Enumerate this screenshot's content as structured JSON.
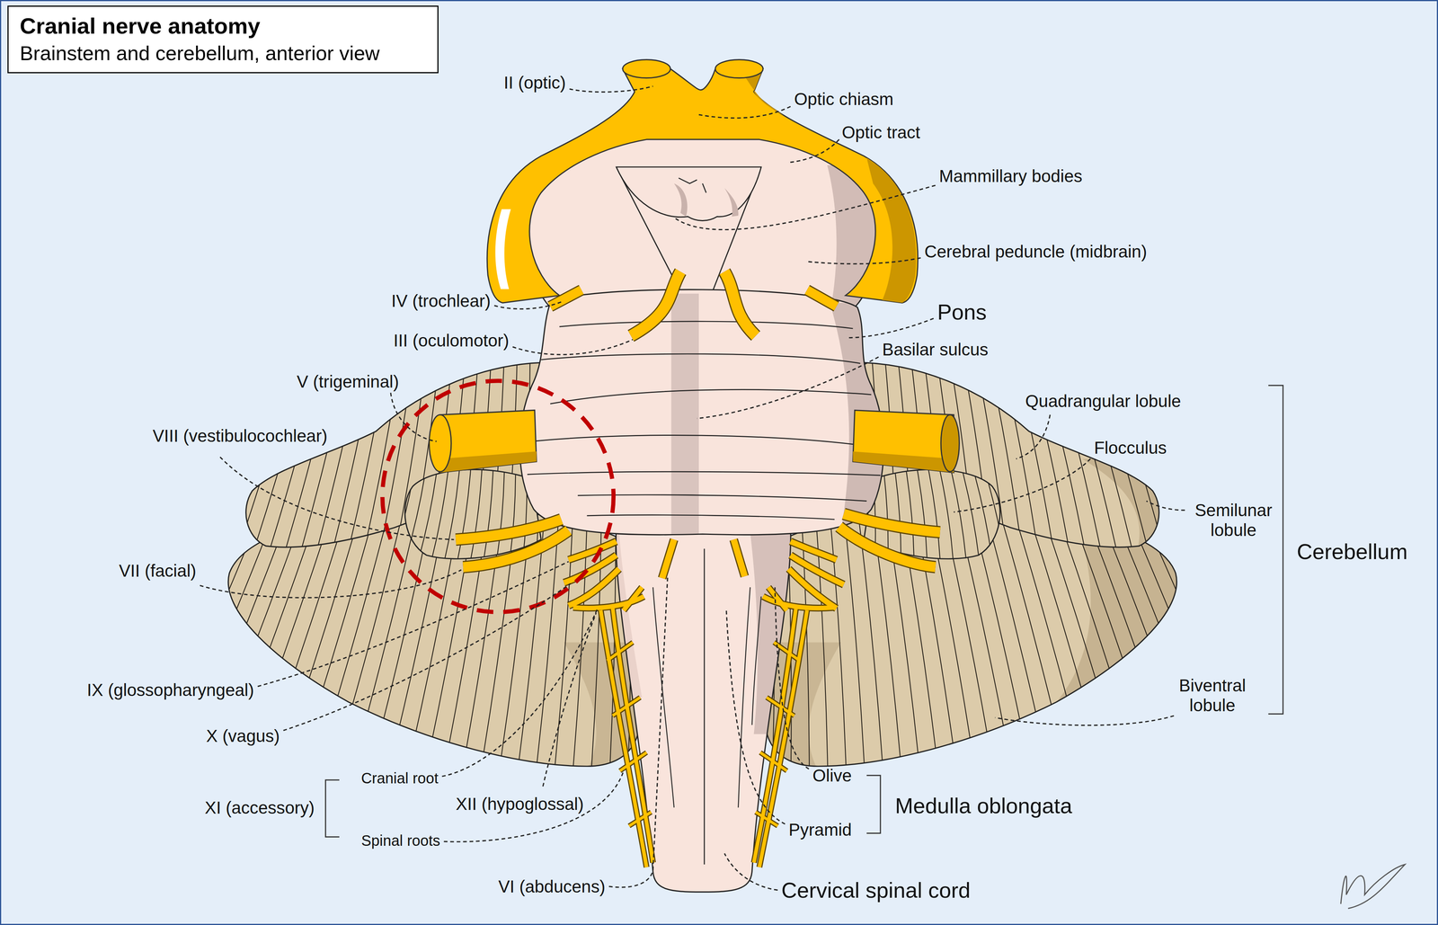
{
  "diagram": {
    "title": "Cranial nerve anatomy",
    "caption": "Brainstem and cerebellum, anterior view",
    "labels": [
      "II (optic)",
      "Optic chiasm",
      "Optic tract",
      "Mammillary bodies",
      "Cerebral peduncle (midbrain)",
      "IV (trochlear)",
      "Pons",
      "III (oculomotor)",
      "Basilar sulcus",
      "V (trigeminal)",
      "Quadrangular lobule",
      "VIII (vestibulocochlear)",
      "Flocculus",
      "Semilunar lobule",
      "Cerebellum",
      "VII (facial)",
      "Biventral lobule",
      "IX (glossopharyngeal)",
      "X (vagus)",
      "Cranial root",
      "Olive",
      "XI (accessory)",
      "XII (hypoglossal)",
      "Medulla oblongata",
      "Spinal roots",
      "Pyramid",
      "VI (abducens)",
      "Cervical spinal cord"
    ]
  }
}
